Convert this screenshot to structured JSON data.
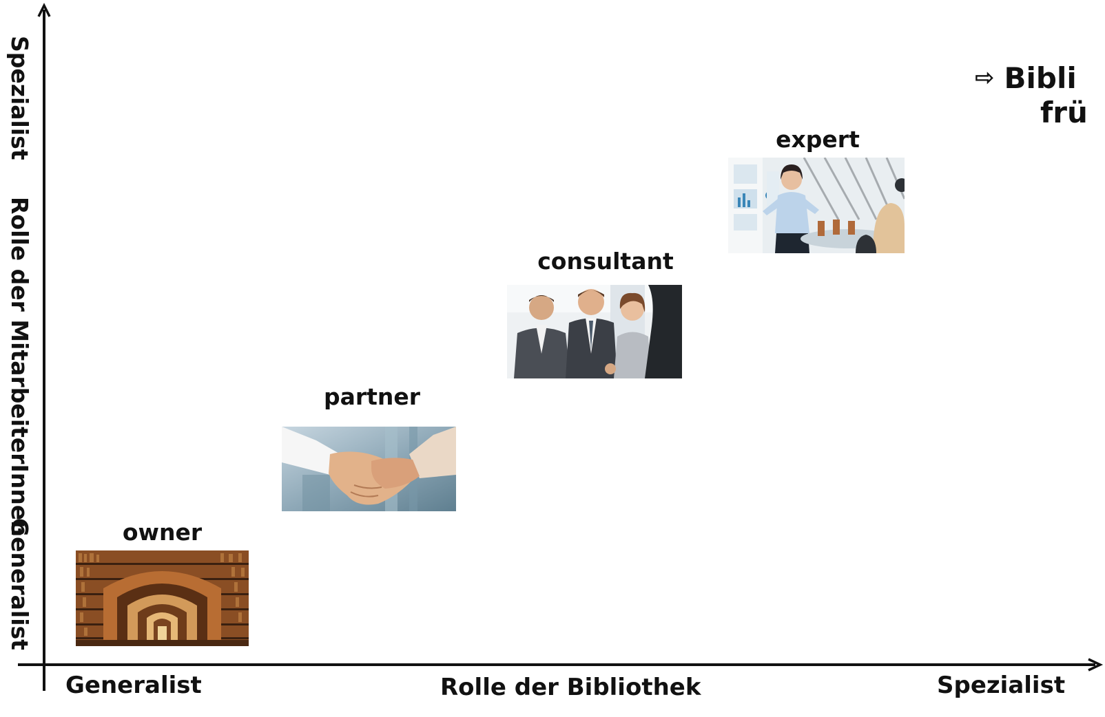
{
  "headline": {
    "arrow_icon": "right-arrow-outline-icon",
    "line1": "Bibli",
    "line2": "frü"
  },
  "axes": {
    "x_left": "Generalist",
    "x_center": "Rolle der Bibliothek",
    "x_right": "Spezialist",
    "y_top": "Spezialist",
    "y_center": "Rolle der MitarbeiterInnen",
    "y_bottom": "Generalist"
  },
  "stages": {
    "owner": {
      "label": "owner",
      "image": "library-archway-photo"
    },
    "partner": {
      "label": "partner",
      "image": "handshake-photo"
    },
    "consultant": {
      "label": "consultant",
      "image": "business-team-photo"
    },
    "expert": {
      "label": "expert",
      "image": "presenter-photo"
    }
  },
  "colors": {
    "axis": "#111111",
    "text": "#111111",
    "background": "#ffffff"
  }
}
